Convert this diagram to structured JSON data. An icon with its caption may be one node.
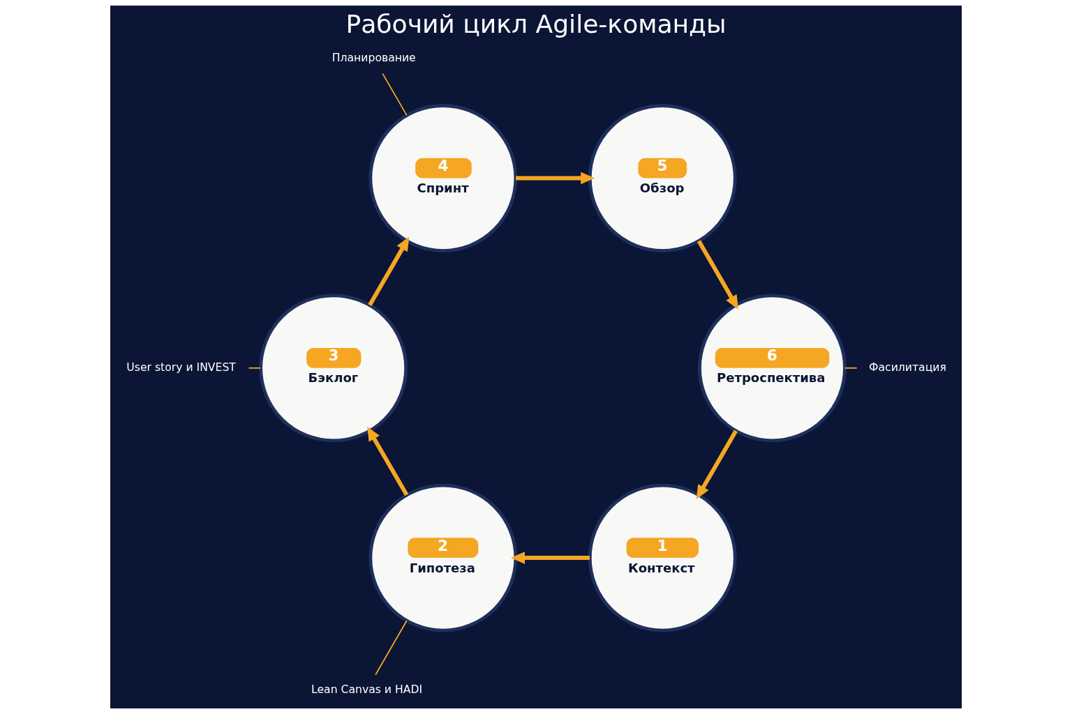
{
  "diagram": {
    "title": "Рабочий цикл Agile-команды",
    "nodes": [
      {
        "text": [
          "1",
          "Контекст"
        ]
      },
      {
        "text": [
          "2",
          "Гипотеза"
        ]
      },
      {
        "text": [
          "3",
          "Бэклог"
        ]
      },
      {
        "text": [
          "4",
          "Спринт"
        ]
      },
      {
        "text": [
          "5",
          "Обзор"
        ]
      },
      {
        "text": [
          "6",
          "Ретроспектива"
        ]
      },
      {
        "text": [
          "Фасилитация"
        ]
      },
      {
        "text": [
          "Lean Canvas и HADI"
        ]
      },
      {
        "text": [
          "User story и INVEST"
        ]
      },
      {
        "text": [
          "Планирование"
        ]
      }
    ],
    "edges": [
      {
        "from": 0,
        "to": 1,
        "arrow": "to"
      },
      {
        "from": 1,
        "to": 2,
        "arrow": "to"
      },
      {
        "from": 2,
        "to": 3,
        "arrow": "to"
      },
      {
        "from": 3,
        "to": 4,
        "arrow": "to"
      },
      {
        "from": 4,
        "to": 5,
        "arrow": "to"
      },
      {
        "from": 5,
        "to": 0,
        "arrow": "to"
      },
      {
        "from": 6,
        "to": 5,
        "arrow": "none"
      },
      {
        "from": 7,
        "to": 1,
        "arrow": "none"
      },
      {
        "from": 8,
        "to": 2,
        "arrow": "none"
      },
      {
        "from": 9,
        "to": 3,
        "arrow": "none"
      }
    ]
  }
}
